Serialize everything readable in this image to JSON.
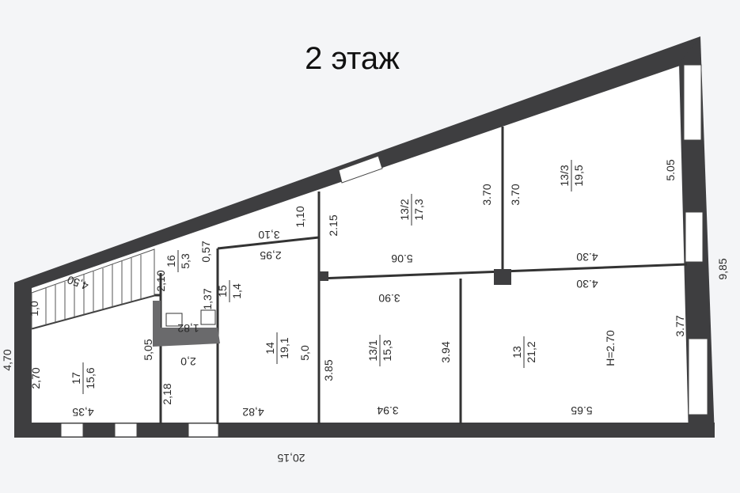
{
  "title": "2 этаж",
  "rooms": [
    {
      "id": "13_2",
      "number": "13/2",
      "area": "17,3"
    },
    {
      "id": "13_3",
      "number": "13/3",
      "area": "19,5"
    },
    {
      "id": "13_1",
      "number": "13/1",
      "area": "15,3"
    },
    {
      "id": "13",
      "number": "13",
      "area": "21,2"
    },
    {
      "id": "14",
      "number": "14",
      "area": "19,1"
    },
    {
      "id": "15",
      "number": "15",
      "area": "1,4"
    },
    {
      "id": "16",
      "number": "16",
      "area": "5,3"
    },
    {
      "id": "17",
      "number": "17",
      "area": "15,6"
    }
  ],
  "height_label": "H=2.70",
  "dimensions": {
    "d_5_05_right": "5.05",
    "d_9_85": "9,85",
    "d_3_77": "3.77",
    "d_3_70_a": "3.70",
    "d_3_70_b": "3.70",
    "d_4_30_top": "4.30",
    "d_4_30_bot": "4.30",
    "d_5_06": "5.06",
    "d_2_15": "2.15",
    "d_1_10": "1,10",
    "d_3_10": "3,10",
    "d_0_57": "0,57",
    "d_2_95": "2,95",
    "d_2_10": "2,10",
    "d_3_90": "3.90",
    "d_3_94_a": "3.94",
    "d_3_94_b": "3.94",
    "d_3_85": "3.85",
    "d_5_0": "5,0",
    "d_4_82": "4,82",
    "d_5_65": "5.65",
    "d_20_15": "20,15",
    "d_4_50": "4,50",
    "d_1_0": "1,0",
    "d_4_70": "4,70",
    "d_2_70": "2,70",
    "d_5_05_left": "5,05",
    "d_4_35": "4,35",
    "d_2_18": "2,18",
    "d_2_0": "2,0",
    "d_1_37": "1,37",
    "d_1_82": "1,82"
  },
  "colors": {
    "wall": "#3e3e40",
    "background": "#f4f5f7",
    "line": "#333333"
  }
}
